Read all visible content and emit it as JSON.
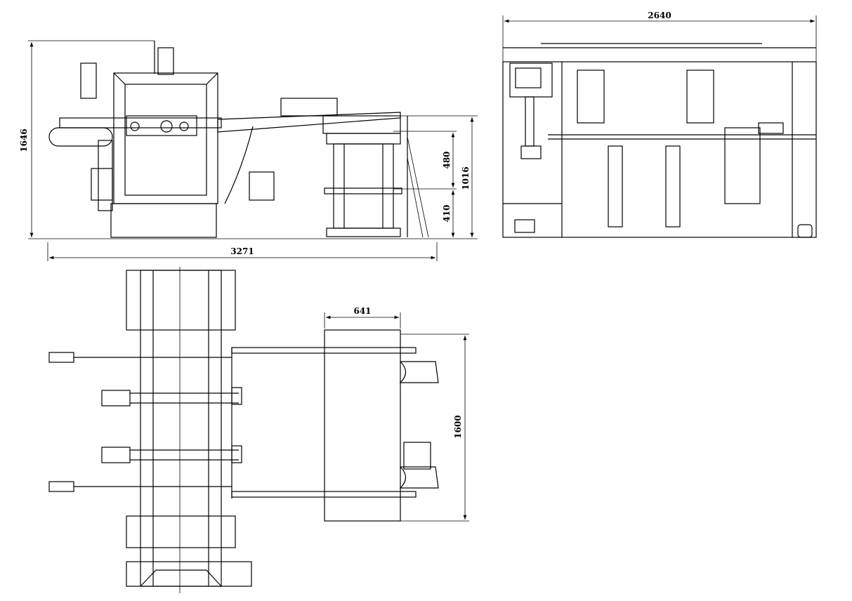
{
  "drawing": {
    "side_view": {
      "height_total": "1646",
      "length_total": "3271",
      "upper_height": "480",
      "lower_height": "410",
      "table_height": "1016"
    },
    "front_view": {
      "width_total": "2640"
    },
    "top_view": {
      "table_width": "641",
      "table_length": "1600"
    }
  },
  "colors": {
    "line": "#000000",
    "background": "#ffffff"
  }
}
